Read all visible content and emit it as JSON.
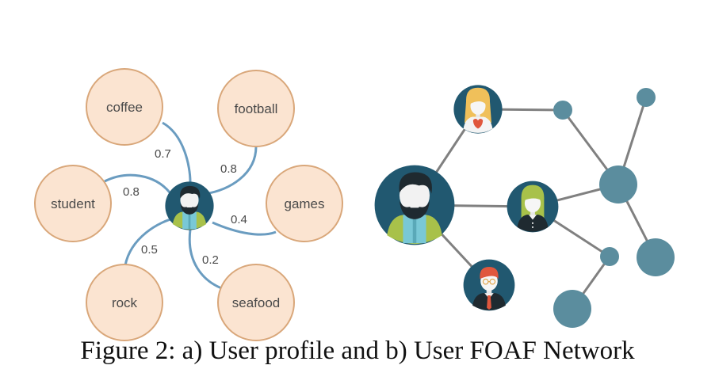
{
  "profile": {
    "interests": [
      {
        "label": "coffee",
        "weight": "0.7"
      },
      {
        "label": "football",
        "weight": "0.8"
      },
      {
        "label": "student",
        "weight": "0.8"
      },
      {
        "label": "games",
        "weight": "0.4"
      },
      {
        "label": "rock",
        "weight": "0.5"
      },
      {
        "label": "seafood",
        "weight": "0.2"
      }
    ]
  },
  "network": {
    "people": [
      "man-with-beard",
      "woman-blonde",
      "woman-green-hair",
      "man-red-hair-glasses"
    ]
  },
  "caption": "Figure 2: a) User profile and b) User FOAF Network",
  "colors": {
    "interest_fill": "#fbe4d1",
    "interest_stroke": "#d9a77a",
    "link_blue": "#6a9cc0",
    "avatar_bg": "#215870",
    "network_edge": "#808080",
    "network_node": "#5b8d9e"
  }
}
